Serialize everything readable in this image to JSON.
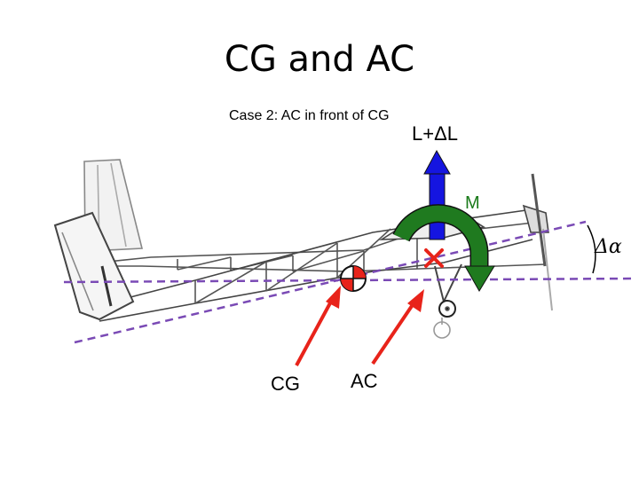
{
  "slide": {
    "title": "CG and AC",
    "subtitle": "Case 2: AC in front of CG"
  },
  "labels": {
    "lift": "L+ΔL",
    "moment": "M",
    "delta_alpha": "Δα",
    "cg": "CG",
    "ac": "AC"
  },
  "colors": {
    "lift_arrow": "#1515e0",
    "moment_arrow": "#1f7a1f",
    "pointer_arrows": "#e8231a",
    "reference_lines": "#7a4ab5",
    "ac_marker": "#e8231a",
    "aircraft": "#555555"
  },
  "icons": {
    "cg_marker": "cg-symbol-icon",
    "ac_marker": "x-mark-icon"
  }
}
